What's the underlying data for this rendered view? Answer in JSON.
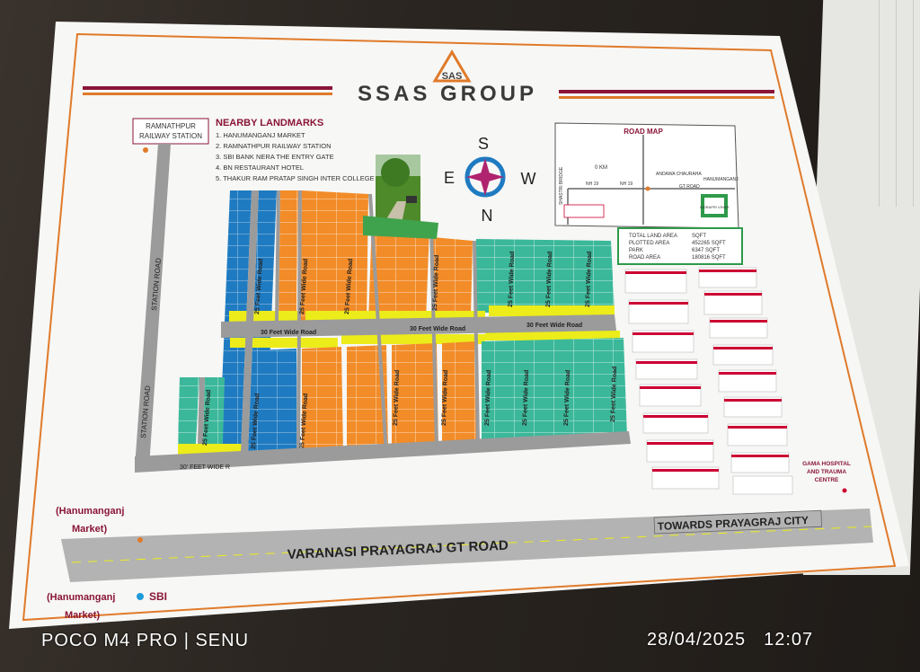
{
  "logo": {
    "monogram": "SAS",
    "brand": "SSAS GROUP"
  },
  "colors": {
    "orange": "#f28c28",
    "blue": "#1f7bc1",
    "green": "#3bb89a",
    "yellow": "#ecec1a",
    "road": "#9b9b9b",
    "maroon": "#8a1538",
    "border": "#e07a2a"
  },
  "station_label": [
    "RAMNATHPUR",
    "RAILWAY STATION"
  ],
  "landmarks": {
    "title": "NEARBY LANDMARKS",
    "items": [
      "1. HANUMANGANJ MARKET",
      "2. RAMNATHPUR RAILWAY STATION",
      "3. SBI BANK NERA THE ENTRY GATE",
      "4. BN RESTAURANT HOTEL",
      "5. THAKUR RAM PRATAP SINGH INTER COLLEGE"
    ]
  },
  "compass": {
    "top": "S",
    "left": "E",
    "right": "W",
    "bottom": "N"
  },
  "road_map": {
    "title": "ROAD MAP",
    "zero_km": "0 KM",
    "bridge": "SHASTRI BRIDGE",
    "nh1": "NH 19",
    "nh2": "NH 19",
    "chauraha": "ANDAWA CHAURAHA",
    "gt": "GT ROAD",
    "hanumanganj": "HANUMANGANJ",
    "vihar": "INDRAPRI VIHAR"
  },
  "area_table": [
    {
      "label": "TOTAL LAND AREA",
      "value": "SQFT"
    },
    {
      "label": "PLOTTED AREA",
      "value": "452265 SQFT"
    },
    {
      "label": "PARK",
      "value": "6347 SQFT"
    },
    {
      "label": "ROAD AREA",
      "value": "180816 SQFT"
    }
  ],
  "roads": {
    "station_road_1": "STATION ROAD",
    "station_road_2": "STATION ROAD",
    "wide_30": "30 Feet Wide Road",
    "wide_25": "25 Feet Wide Road",
    "bottom_30": "30' FEET WIDE R",
    "gt_road": "VARANASI PRAYAGRAJ GT ROAD",
    "towards": "TOWARDS PRAYAGRAJ CITY"
  },
  "market_1": [
    "(Hanumanganj",
    "Market)"
  ],
  "market_2": [
    "(Hanumanganj",
    "Market)"
  ],
  "sbi": "SBI",
  "gama": [
    "GAMA HOSPITAL",
    "AND TRAUMA",
    "CENTRE"
  ],
  "watermark": {
    "device": "POCO M4 PRO | SENU",
    "date": "28/04/2025",
    "time": "12:07"
  }
}
